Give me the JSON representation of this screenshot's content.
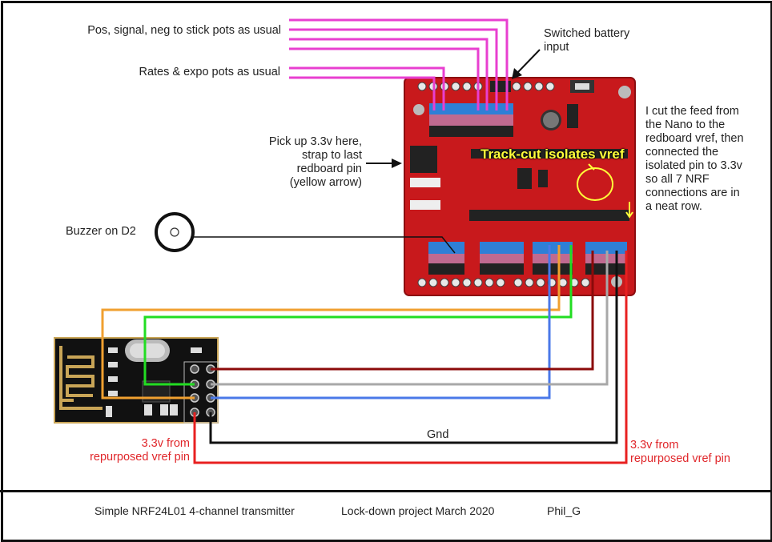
{
  "diagram": {
    "title_footer": {
      "project": "Simple NRF24L01 4-channel transmitter",
      "date_note": "Lock-down project March 2020",
      "author": "Phil_G"
    },
    "labels": {
      "stick_pots": "Pos, signal, neg to stick pots as usual",
      "rates_expo": "Rates & expo pots as usual",
      "switched_battery_line1": "Switched battery",
      "switched_battery_line2": "input",
      "pickup_line1": "Pick up 3.3v here,",
      "pickup_line2": "strap to last",
      "pickup_line3": "redboard pin",
      "pickup_line4": "(yellow arrow)",
      "note_line1": "I cut the feed from",
      "note_line2": "the Nano to the",
      "note_line3": "redboard vref, then",
      "note_line4": "connected the",
      "note_line5": "isolated pin to 3.3v",
      "note_line6": "so all 7 NRF",
      "note_line7": "connections are in",
      "note_line8": "a neat row.",
      "buzzer": "Buzzer on D2",
      "track_cut": "Track-cut isolates vref",
      "gnd": "Gnd",
      "vref_left_line1": "3.3v from",
      "vref_left_line2": "repurposed vref pin",
      "vref_right_line1": "3.3v from",
      "vref_right_line2": "repurposed vref pin"
    },
    "components": [
      "Nano IO expansion shield (red board)",
      "NRF24L01 module",
      "Buzzer"
    ],
    "wire_colors": {
      "pots": "#e83fd0",
      "orange": "#f0a030",
      "green": "#22dd22",
      "blue": "#4a78e8",
      "darkred": "#8b0a0a",
      "gray": "#a8a8a8",
      "gnd": "#111111",
      "vcc": "#e82020",
      "annotation": "#ffff3a"
    }
  }
}
